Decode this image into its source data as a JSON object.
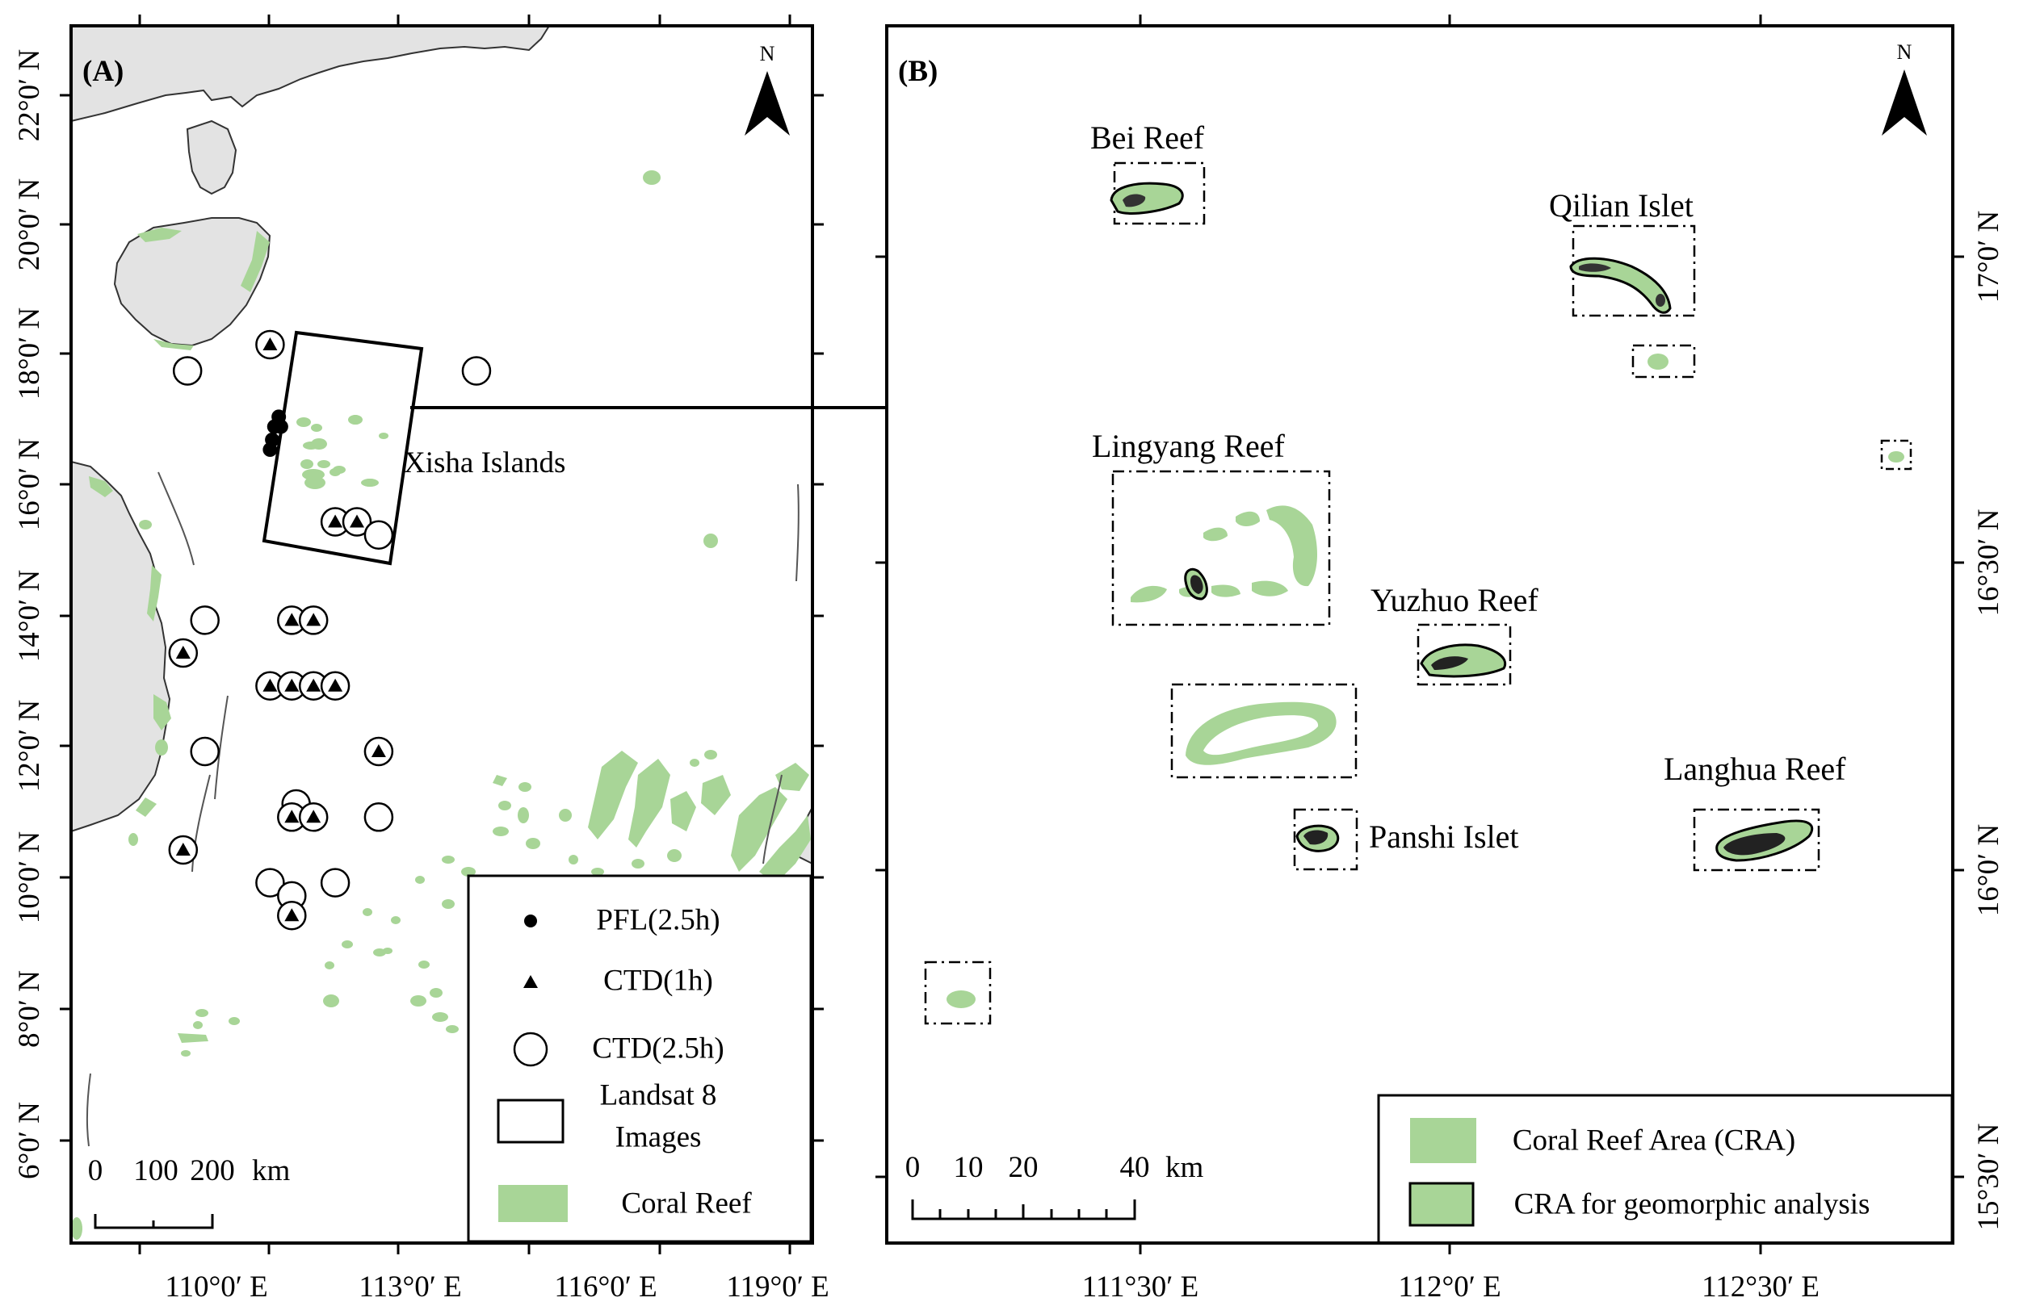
{
  "panelA": {
    "label": "(A)",
    "north": "N",
    "place_label": "Xisha Islands",
    "lat_ticks": [
      "22°0′ N",
      "20°0′ N",
      "18°0′ N",
      "16°0′ N",
      "14°0′ N",
      "12°0′ N",
      "10°0′ N",
      "8°0′ N",
      "6°0′ N"
    ],
    "lon_ticks": [
      "110°0′ E",
      "113°0′ E",
      "116°0′ E",
      "119°0′ E"
    ],
    "scale": {
      "t0": "0",
      "t1": "100",
      "t2": "200",
      "unit": "km"
    },
    "legend": {
      "pfl": "PFL(2.5h)",
      "ctd1": "CTD(1h)",
      "ctd25": "CTD(2.5h)",
      "landsat_l1": "Landsat 8",
      "landsat_l2": "Images",
      "coral": "Coral Reef"
    }
  },
  "panelB": {
    "label": "(B)",
    "north": "N",
    "reefs": {
      "bei": "Bei Reef",
      "qilian": "Qilian Islet",
      "lingyang": "Lingyang Reef",
      "yuzhuo": "Yuzhuo Reef",
      "panshi": "Panshi Islet",
      "langhua": "Langhua Reef"
    },
    "lat_ticks": [
      "17°0′ N",
      "16°30′ N",
      "16°0′ N",
      "15°30′ N"
    ],
    "lon_ticks": [
      "111°30′ E",
      "112°0′ E",
      "112°30′ E"
    ],
    "scale": {
      "t0": "0",
      "t1": "10",
      "t2": "20",
      "t3": "40",
      "unit": "km"
    },
    "legend": {
      "cra": "Coral Reef Area (CRA)",
      "cra_geo": "CRA for geomorphic analysis"
    }
  },
  "colors": {
    "reef_fill": "#a8d597",
    "land_fill": "#e3e3e3",
    "frame": "#000000"
  },
  "station_marks": [
    {
      "kind": "ctd1_with_ring",
      "lon": 111.5,
      "lat": 18.2
    },
    {
      "kind": "ctd25",
      "lon": 109.6,
      "lat": 17.8
    },
    {
      "kind": "ctd25",
      "lon": 116.25,
      "lat": 17.8
    },
    {
      "kind": "ctd1_with_ring",
      "lon": 113.0,
      "lat": 15.5
    },
    {
      "kind": "ctd1_with_ring",
      "lon": 113.5,
      "lat": 15.5
    },
    {
      "kind": "ctd25",
      "lon": 114.0,
      "lat": 15.3
    },
    {
      "kind": "ctd25",
      "lon": 110.0,
      "lat": 14.0
    },
    {
      "kind": "ctd1_with_ring",
      "lon": 109.5,
      "lat": 13.5
    },
    {
      "kind": "ctd1_with_ring",
      "lon": 112.0,
      "lat": 14.0
    },
    {
      "kind": "ctd1_with_ring",
      "lon": 112.5,
      "lat": 14.0
    },
    {
      "kind": "ctd1_with_ring",
      "lon": 111.5,
      "lat": 13.0
    },
    {
      "kind": "ctd1_with_ring",
      "lon": 112.0,
      "lat": 13.0
    },
    {
      "kind": "ctd1_with_ring",
      "lon": 112.5,
      "lat": 13.0
    },
    {
      "kind": "ctd1_with_ring",
      "lon": 113.0,
      "lat": 13.0
    },
    {
      "kind": "ctd25",
      "lon": 110.0,
      "lat": 12.0
    },
    {
      "kind": "ctd1_with_ring",
      "lon": 114.0,
      "lat": 12.0
    },
    {
      "kind": "ctd25",
      "lon": 112.1,
      "lat": 11.2
    },
    {
      "kind": "ctd1_with_ring",
      "lon": 112.0,
      "lat": 11.0
    },
    {
      "kind": "ctd1_with_ring",
      "lon": 112.5,
      "lat": 11.0
    },
    {
      "kind": "ctd25",
      "lon": 114.0,
      "lat": 11.0
    },
    {
      "kind": "ctd1_with_ring",
      "lon": 109.5,
      "lat": 10.5
    },
    {
      "kind": "ctd25",
      "lon": 111.5,
      "lat": 10.0
    },
    {
      "kind": "ctd25",
      "lon": 113.0,
      "lat": 10.0
    },
    {
      "kind": "ctd25",
      "lon": 112.0,
      "lat": 9.8
    },
    {
      "kind": "ctd1_with_ring",
      "lon": 112.0,
      "lat": 9.5
    },
    {
      "kind": "pfl",
      "lon": 111.7,
      "lat": 17.1
    },
    {
      "kind": "pfl",
      "lon": 111.6,
      "lat": 16.95
    },
    {
      "kind": "pfl",
      "lon": 111.75,
      "lat": 16.95
    },
    {
      "kind": "pfl",
      "lon": 111.55,
      "lat": 16.75
    },
    {
      "kind": "pfl",
      "lon": 111.5,
      "lat": 16.6
    }
  ]
}
